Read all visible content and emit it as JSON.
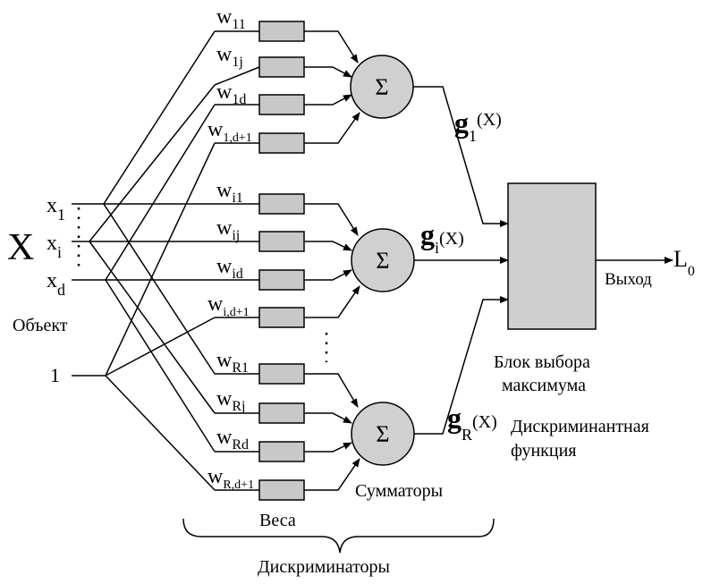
{
  "inputs": {
    "big_x": "X",
    "x1": "x",
    "x1_sub": "1",
    "xi": "x",
    "xi_sub": "i",
    "xd": "x",
    "xd_sub": "d",
    "one": "1",
    "object_label": "Объект"
  },
  "weights": {
    "w11": "w",
    "w11_sub": "11",
    "w1j": "w",
    "w1j_sub": "1j",
    "w1d": "w",
    "w1d_sub": "1d",
    "w1d1": "w",
    "w1d1_sub": "1,d+1",
    "wi1": "w",
    "wi1_sub": "i1",
    "wij": "w",
    "wij_sub": "ij",
    "wid": "w",
    "wid_sub": "id",
    "wid1": "w",
    "wid1_sub": "i,d+1",
    "wR1": "w",
    "wR1_sub": "R1",
    "wRj": "w",
    "wRj_sub": "Rj",
    "wRd": "w",
    "wRd_sub": "Rd",
    "wRd1": "w",
    "wRd1_sub": "R,d+1",
    "label": "Веса"
  },
  "summators": {
    "symbol": "Σ",
    "label": "Сумматоры"
  },
  "discriminants": {
    "g1": "g",
    "g1_sub": "1",
    "g1_arg": "(X)",
    "gi": "g",
    "gi_sub": "i",
    "gi_arg": "(X)",
    "gR": "g",
    "gR_sub": "R",
    "gR_arg": "(X)",
    "label_line1": "Дискриминантная",
    "label_line2": "функция"
  },
  "max_block": {
    "label_line1": "Блок выбора",
    "label_line2": "максимума"
  },
  "output": {
    "label": "Выход",
    "L": "L",
    "L_sub": "0"
  },
  "discriminators_label": "Дискриминаторы",
  "colors": {
    "box_fill": "#c8c8c8",
    "line": "#000000"
  }
}
